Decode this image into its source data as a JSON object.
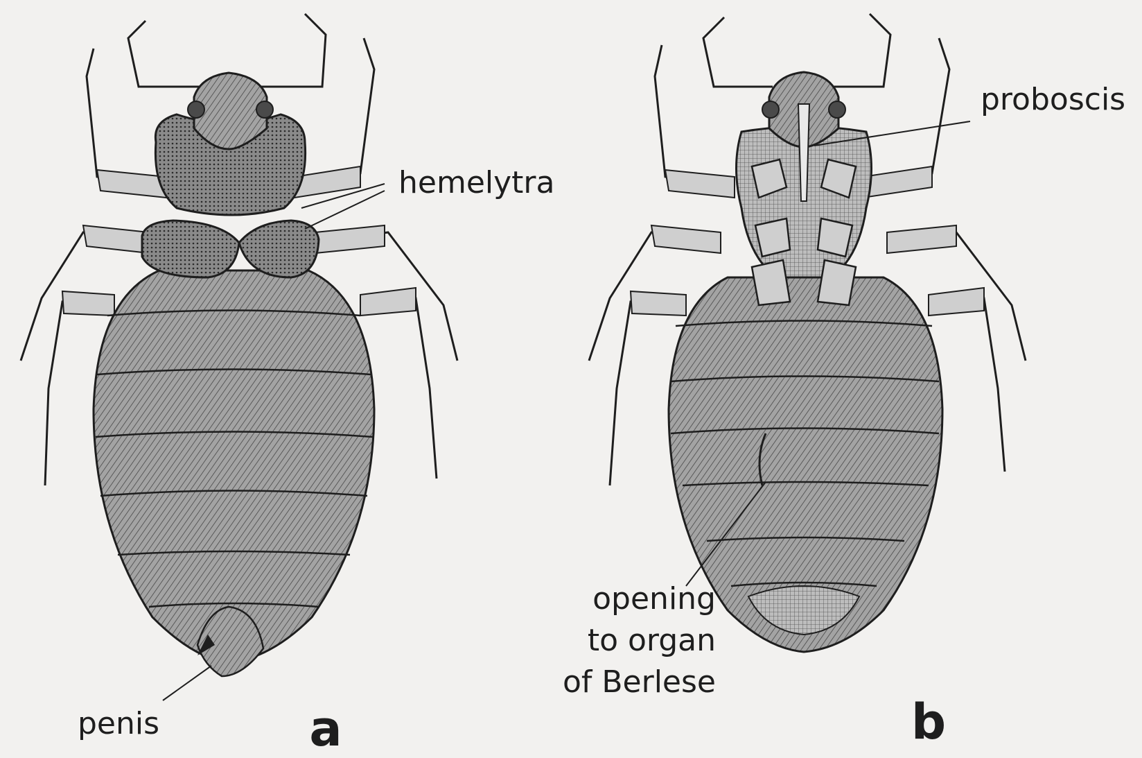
{
  "figure": {
    "panels": [
      {
        "id": "a",
        "letter": "a"
      },
      {
        "id": "b",
        "letter": "b"
      }
    ],
    "labels": {
      "hemelytra": "hemelytra",
      "penis": "penis",
      "proboscis": "proboscis",
      "berlese_line1": "opening",
      "berlese_line2": "to organ",
      "berlese_line3": "of Berlese"
    }
  },
  "colors": {
    "ink": "#1e1e1e",
    "paper": "#f2f1ef",
    "body_fill": "#9a9a9a",
    "thorax_fill": "#6e6e6e",
    "light_fill": "#d6d6d6"
  }
}
